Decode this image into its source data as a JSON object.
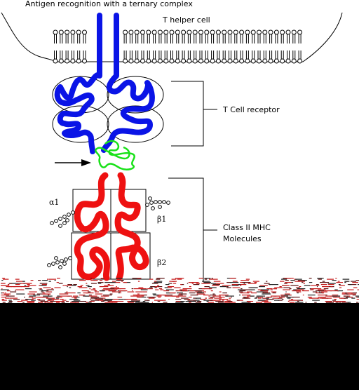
{
  "title": "Antigen recognition with a ternary complex",
  "labels": {
    "t_helper_cell": "T helper cell",
    "t_cell_receptor": "T Cell receptor",
    "mhc_line1": "Class II MHC",
    "mhc_line2": "Molecules",
    "alpha1": "α1",
    "beta1": "β1",
    "beta2": "β2"
  },
  "colors": {
    "t_cell_receptor": "#0a14e6",
    "antigen_peptide": "#19e119",
    "mhc_molecule": "#ee1111",
    "membrane": "#000000",
    "lower_band": "#000000"
  }
}
